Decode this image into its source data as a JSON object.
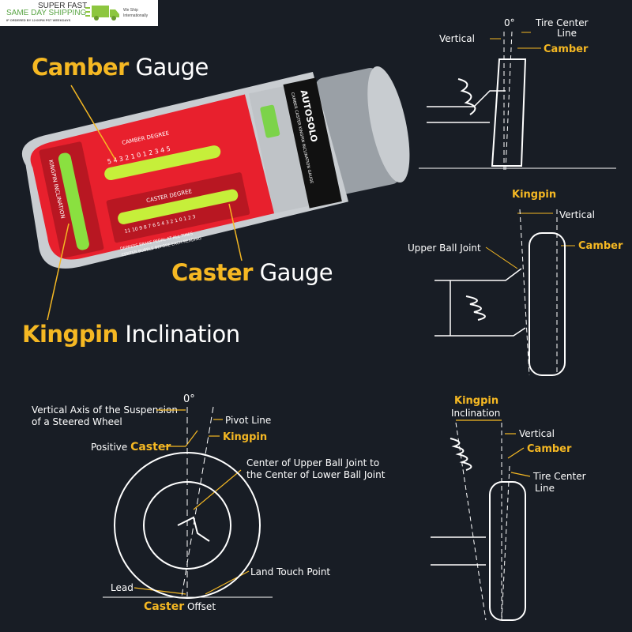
{
  "banner": {
    "line1": "SUPER FAST",
    "line2": "SAME DAY SHIPPING",
    "line3": "IF ORDERED BY 12:00PM PST WEEKDAYS",
    "ship": "We Ship Internationally",
    "icon": "delivery-truck-icon"
  },
  "gauge": {
    "brand": "AUTOSOLO",
    "product": "CAMBER CASTER KINGPIN INCLINATION GAUGE",
    "camber_title": "CAMBER DEGREE",
    "camber_scale": "5 4 3 2 1 0 1 2 3 4 5",
    "caster_title": "CASTER DEGREE",
    "caster_scale": "11 10 9 8 7 6 5 4 3 2 1 0 1 2 3",
    "kingpin_title": "KINGPIN INCLINATION",
    "footer1": "DEPRESS BRAKE PEDAL AT ALL TIMES",
    "footer2": "CENTER BUBBLE BEFORE EACH READING"
  },
  "callouts": {
    "camber": {
      "accent": "Camber",
      "rest": " Gauge"
    },
    "caster": {
      "accent": "Caster",
      "rest": " Gauge"
    },
    "kingpin": {
      "accent": "Kingpin",
      "rest": " Inclination"
    }
  },
  "diagram_camber": {
    "zero": "0°",
    "vertical": "Vertical",
    "tire_center": "Tire Center",
    "tire_center2": "Line",
    "camber": "Camber"
  },
  "diagram_kingpin": {
    "kingpin": "Kingpin",
    "vertical": "Vertical",
    "upper_ball_joint": "Upper Ball Joint",
    "camber": "Camber"
  },
  "diagram_caster": {
    "zero": "0°",
    "vertical_axis1": "Vertical Axis of the Suspension",
    "vertical_axis2": "of a Steered Wheel",
    "pivot_line": "Pivot Line",
    "kingpin": "Kingpin",
    "positive": "Positive ",
    "caster": "Caster",
    "center1": "Center of Upper Ball Joint to",
    "center2": "the Center of Lower Ball Joint",
    "land": "Land Touch Point",
    "lead": "Lead",
    "offset": " Offset"
  },
  "diagram_inclination": {
    "kingpin": "Kingpin",
    "inclination": "Inclination",
    "vertical": "Vertical",
    "camber": "Camber",
    "tire_center": "Tire Center",
    "tire_center2": "Line"
  },
  "colors": {
    "accent": "#f5b823",
    "background": "#181d25",
    "gauge_red": "#e8202d"
  }
}
